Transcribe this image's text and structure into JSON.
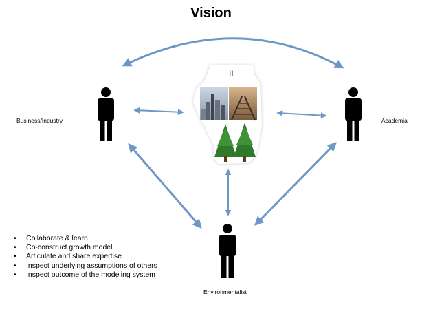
{
  "title": "Vision",
  "map_label": "IL",
  "nodes": {
    "business": "Business/Industry",
    "academia": "Academia",
    "environmentalist": "Environmentalist"
  },
  "bullets": [
    "Collaborate & learn",
    "Co-construct growth model",
    "Articulate and share expertise",
    "Inspect underlying assumptions of others",
    "Inspect outcome of the modeling system"
  ],
  "colors": {
    "arrow": "#6f97c6",
    "person": "#000000"
  },
  "icons": [
    "person-icon",
    "illinois-map-icon",
    "city-photo",
    "railroad-photo",
    "pine-tree-icon"
  ]
}
